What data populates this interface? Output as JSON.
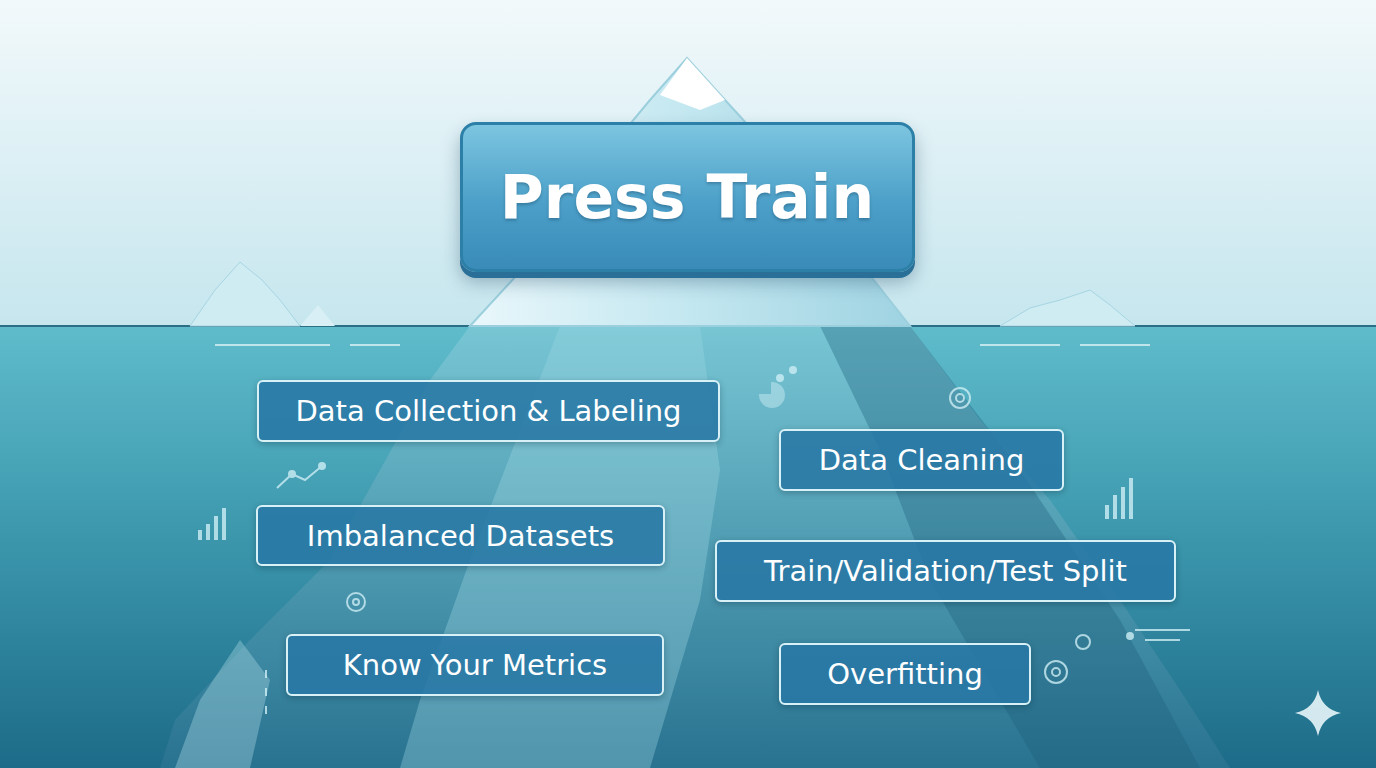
{
  "diagram": {
    "nodes": [
      {
        "text": [
          "Press Train"
        ]
      },
      {
        "text": [
          "Data Collection & Labeling"
        ]
      },
      {
        "text": [
          "Data Cleaning"
        ]
      },
      {
        "text": [
          "Imbalanced Datasets"
        ]
      },
      {
        "text": [
          "Train/Validation/Test Split"
        ]
      },
      {
        "text": [
          "Know Your Metrics"
        ]
      },
      {
        "text": [
          "Overfitting"
        ]
      }
    ]
  }
}
